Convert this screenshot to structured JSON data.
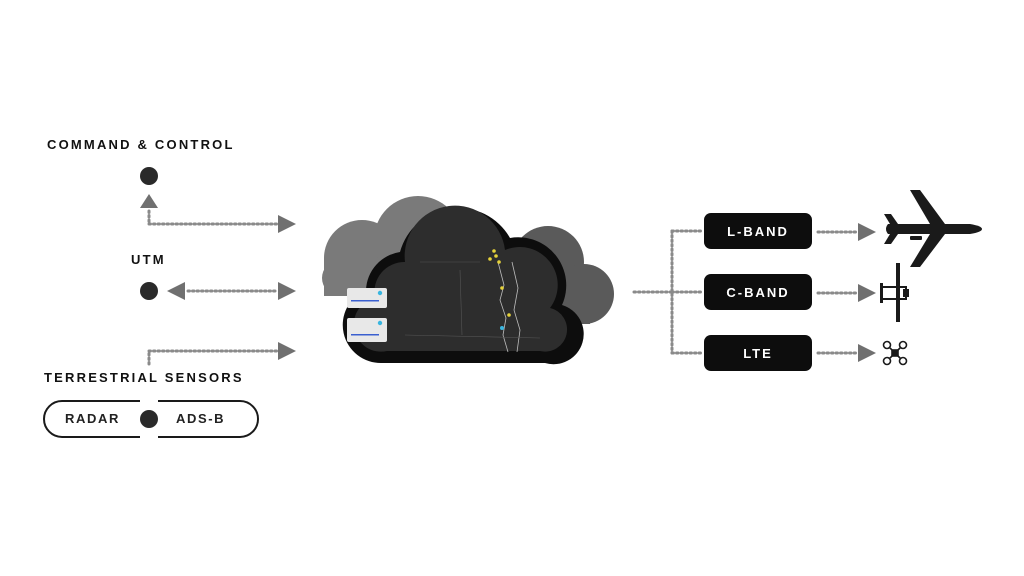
{
  "left": {
    "command_control": "COMMAND & CONTROL",
    "utm": "UTM",
    "terrestrial_sensors": "TERRESTRIAL SENSORS",
    "radar": "RADAR",
    "adsb": "ADS-B"
  },
  "bands": [
    {
      "label": "L-BAND",
      "vehicle": "airliner-icon"
    },
    {
      "label": "C-BAND",
      "vehicle": "fixed-wing-uav-icon"
    },
    {
      "label": "LTE",
      "vehicle": "quadcopter-drone-icon"
    }
  ],
  "colors": {
    "black": "#0d0d0d",
    "cloud_light": "#7a7a7a",
    "cloud_dark": "#5a5a5a",
    "cloud_screen": "#2d2d2d",
    "arrow": "#707070",
    "dots": "#8a8a8a",
    "map_marker": "#e6d23a",
    "map_marker_blue": "#39b6e0"
  }
}
